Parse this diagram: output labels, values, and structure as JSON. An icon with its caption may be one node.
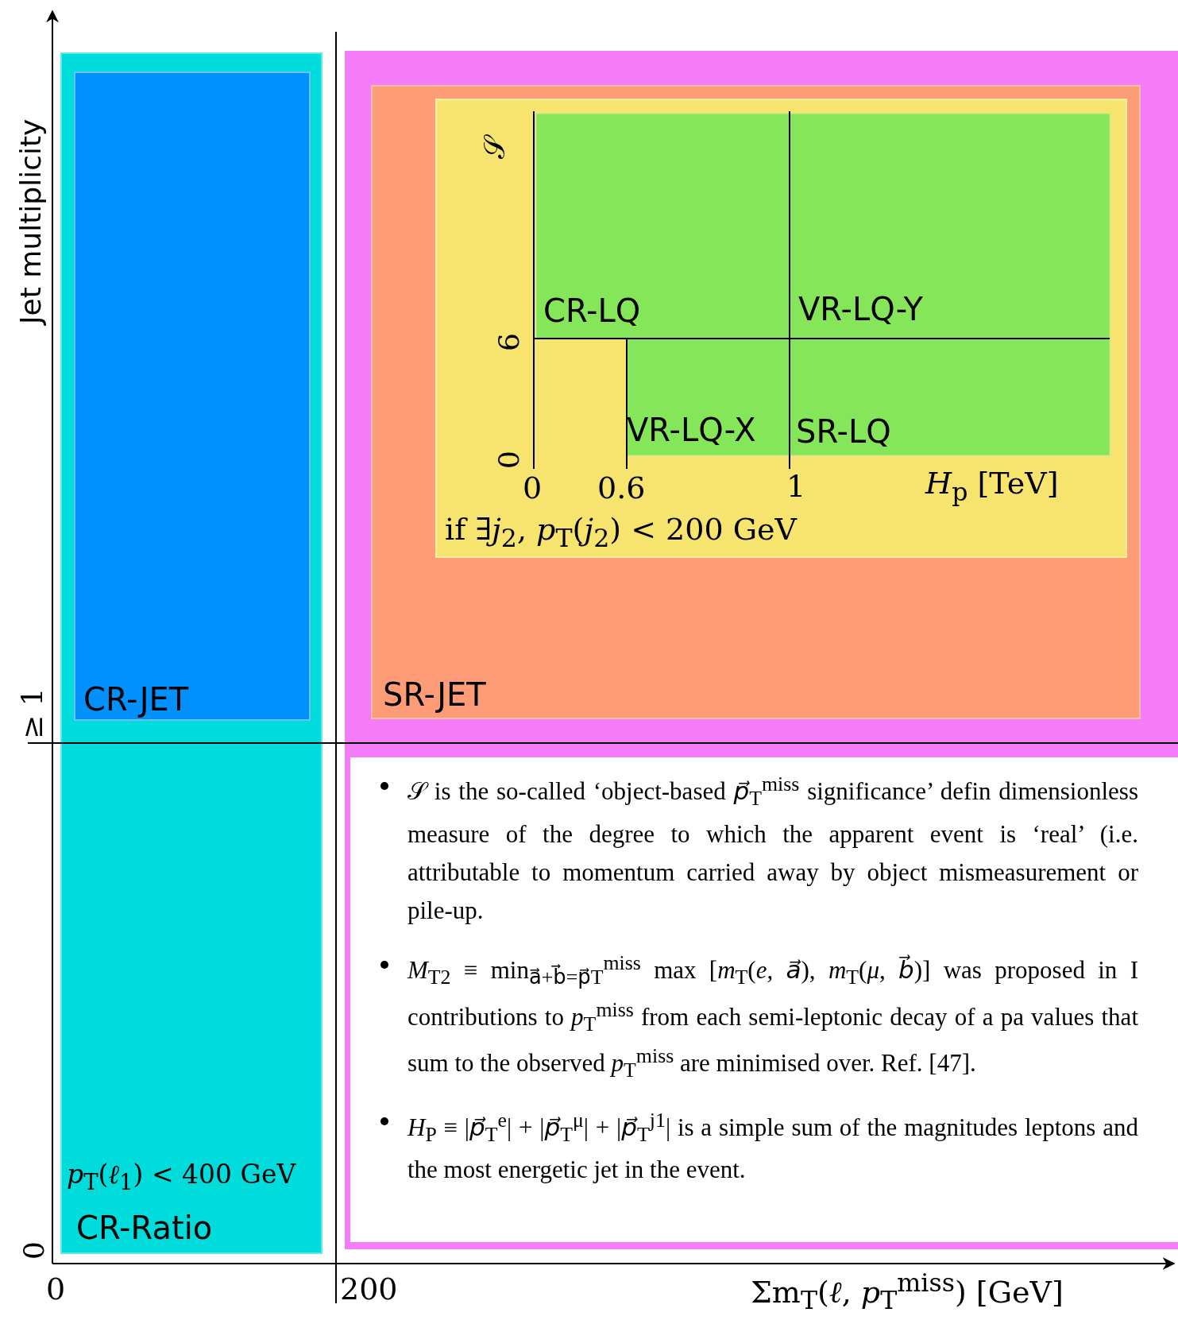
{
  "diagram": {
    "nodes": [
      {
        "text": [
          "*p*$_{T}$(*ℓ*$_{1}$) < 400 GeV",
          "CR-Ratio"
        ]
      },
      {
        "text": [
          "CR-JET"
        ],
        "in": 0
      },
      {
        "text": [],
        "shape": "box"
      },
      {
        "text": [
          "SR-JET"
        ],
        "in": 2
      },
      {
        "text": [
          "if ∃*j*$_{2}$, *p*$_{T}$(*j*$_{2}$) < 200 GeV"
        ],
        "in": 3
      },
      {
        "text": [
          "𝒮 is the so-called ‘object-based *p⃗*$_{T}$$^{miss}$ significance’ defin dimensionless measure of the degree to which the apparent event is ‘real’ (i.e. attributable to momentum carried away by object mismeasurement or pile-up.",
          "*M*$_{T2}$ ≡ min$_{a⃗+b⃗=p⃗}$$_{T}$$^{miss}$ max [*m*$_{T}$(*e*, *a⃗*), *m*$_{T}$(*μ*, *b⃗*)] was proposed in I contributions to *p*$_{T}$$^{miss}$ from each semi-leptonic decay of a pa values that sum to the observed *p*$_{T}$$^{miss}$ are minimised over. Ref. [47].",
          "*H*$_{P}$ ≡ |*p⃗*$_{T}$$^{e}$| + |*p⃗*$_{T}$$^{μ}$| + |*p⃗*$_{T}$$^{j1}$| is a simple sum of the magnitudes leptons and the most energetic jet in the event."
        ],
        "in": 2
      }
    ],
    "labels": [
      "Jet multiplicity",
      "≥ 1",
      "0",
      "0",
      "200",
      "Σm$_{T}$(*ℓ*, *p*$_{T}$$^{miss}$) [GeV]",
      "𝒮",
      "6",
      "0",
      "CR-LQ",
      "VR-LQ-Y",
      "VR-LQ-X",
      "SR-LQ",
      "0",
      "0.6",
      "1",
      "*H*$_{p}$ [TeV]"
    ]
  }
}
